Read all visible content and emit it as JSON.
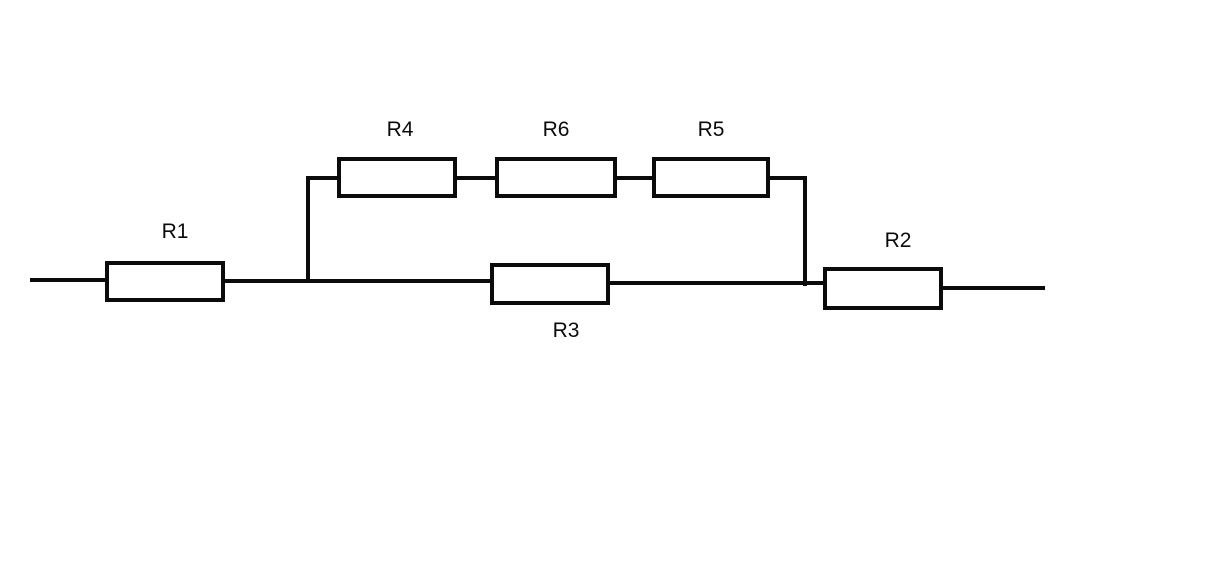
{
  "circuit": {
    "kind": "resistor-network-schematic",
    "background_color": "#ffffff",
    "line_color": "#0b0b0b",
    "resistors": {
      "r1": {
        "label": "R1"
      },
      "r2": {
        "label": "R2"
      },
      "r3": {
        "label": "R3"
      },
      "r4": {
        "label": "R4"
      },
      "r5": {
        "label": "R5"
      },
      "r6": {
        "label": "R6"
      }
    },
    "topology": "R1 in series with parallel combination of [R4 + R6 + R5 in series] and [R3], in series with R2"
  }
}
